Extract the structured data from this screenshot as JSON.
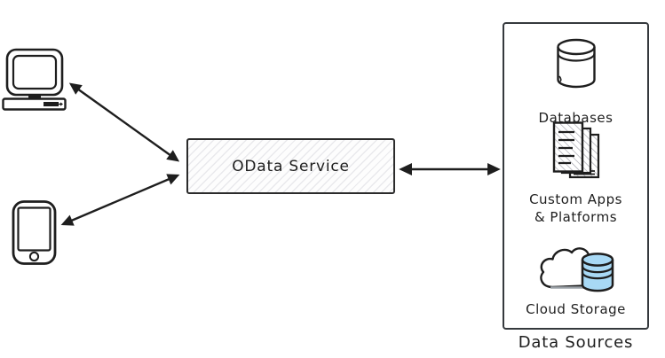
{
  "diagram": {
    "service_box": {
      "label": "OData Service"
    },
    "clients": [
      {
        "icon": "desktop-computer-icon"
      },
      {
        "icon": "smartphone-icon"
      }
    ],
    "arrows": [
      {
        "name": "computer-odata",
        "bidirectional": true
      },
      {
        "name": "phone-odata",
        "bidirectional": true
      },
      {
        "name": "odata-data-sources",
        "bidirectional": true
      }
    ],
    "data_sources": {
      "caption": "Data Sources",
      "items": [
        {
          "icon": "database-icon",
          "label": "Databases"
        },
        {
          "icon": "stacked-documents-icon",
          "label": "Custom Apps\n& Platforms"
        },
        {
          "icon": "cloud-storage-icon",
          "label": "Cloud Storage"
        }
      ]
    },
    "colors": {
      "stroke": "#1e1e1e",
      "panel_border": "#35393d",
      "cloud_cylinder_fill": "#a8d9f5",
      "hatch_line": "#82828f"
    }
  }
}
